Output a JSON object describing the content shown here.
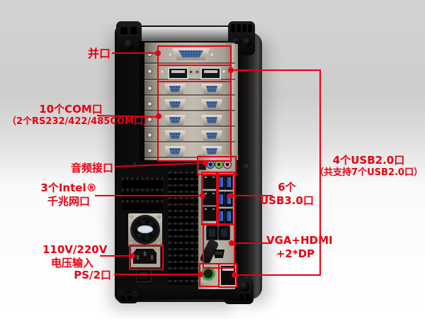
{
  "colors": {
    "annotation": "#e60012",
    "background_top": "#d3d3d3",
    "background_bottom": "#ffffff",
    "chassis": "#141414",
    "panel_metal": "#b7b1a6",
    "dsub_blue": "#47699c"
  },
  "callouts": {
    "parallel": {
      "label": "并口"
    },
    "com": {
      "label_line1": "10个COM口",
      "label_line2": "（2个RS232/422/485COM口）"
    },
    "audio": {
      "label": "音频接口"
    },
    "lan": {
      "label_line1": "3个Intel®",
      "label_line2": "千兆网口"
    },
    "power": {
      "label_line1": "110V/220V",
      "label_line2": "电压输入"
    },
    "ps2": {
      "label": "PS/2口"
    },
    "usb2": {
      "label_line1": "4个USB2.0口",
      "label_line2": "（共支持7个USB2.0口）"
    },
    "usb3": {
      "label_line1": "6个",
      "label_line2": "USB3.0口"
    },
    "display": {
      "label_line1": "VGA+HDMI",
      "label_line2": "+2*DP"
    }
  }
}
